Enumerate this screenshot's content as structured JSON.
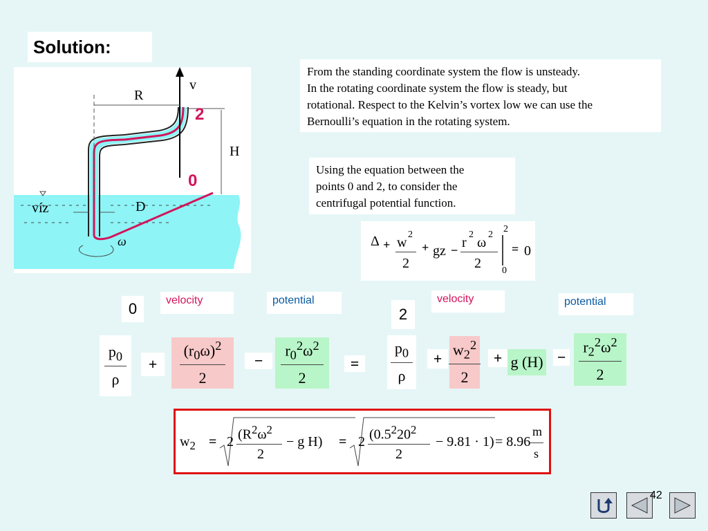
{
  "title": "Solution:",
  "figure": {
    "label_v": "v",
    "label_R": "R",
    "label_2": "2",
    "label_H": "H",
    "label_0": "0",
    "label_viz": "víz",
    "label_D": "D",
    "label_omega": "ω"
  },
  "text1": {
    "line1": "From the standing coordinate system the flow is unsteady.",
    "line2": "In the rotating coordinate system the flow is steady, but",
    "line3": "rotational. Respect to the Kelvin’s vortex low we can use the",
    "line4": "Bernoulli’s equation in the rotating system."
  },
  "text2": {
    "line1": "Using the equation between the",
    "line2": "points 0 and 2, to consider the",
    "line3": "centrifugal potential function."
  },
  "equation_main": {
    "w2": "w",
    "sup2": "2",
    "gz": "gz",
    "r2": "r",
    "den": "2",
    "zero": "0",
    "top_limit": "2",
    "bottom_limit": "0"
  },
  "point0": {
    "num": "0",
    "velocity": "velocity",
    "potential": "potential",
    "p0": "p",
    "p0sub": "0",
    "den": "2",
    "r0": "r",
    "r0sub": "0"
  },
  "point2": {
    "num": "2",
    "velocity": "velocity",
    "potential": "potential",
    "p0": "p",
    "p0sub": "0",
    "w2": "w",
    "w2sub": "2",
    "sup2": "2",
    "den": "2",
    "gH": "g",
    "H": "H",
    "r2": "r",
    "r2sub": "2"
  },
  "result": {
    "w": "w",
    "wsub": "2",
    "two": "2",
    "R": "R",
    "sup2": "2",
    "den": "2",
    "g": "g",
    "H": "H",
    "val05": "0.5",
    "val20": "20",
    "val981": "9.81",
    "answer": "8.96",
    "unit_num": "m",
    "unit_den": "s"
  },
  "footer": {
    "page": "42"
  },
  "colors": {
    "accent_red": "#e01010",
    "pink_fill": "#f8c9c9",
    "green_fill": "#b8f5c8",
    "water": "#8ef4f6",
    "pipe_line": "#d4145a"
  }
}
